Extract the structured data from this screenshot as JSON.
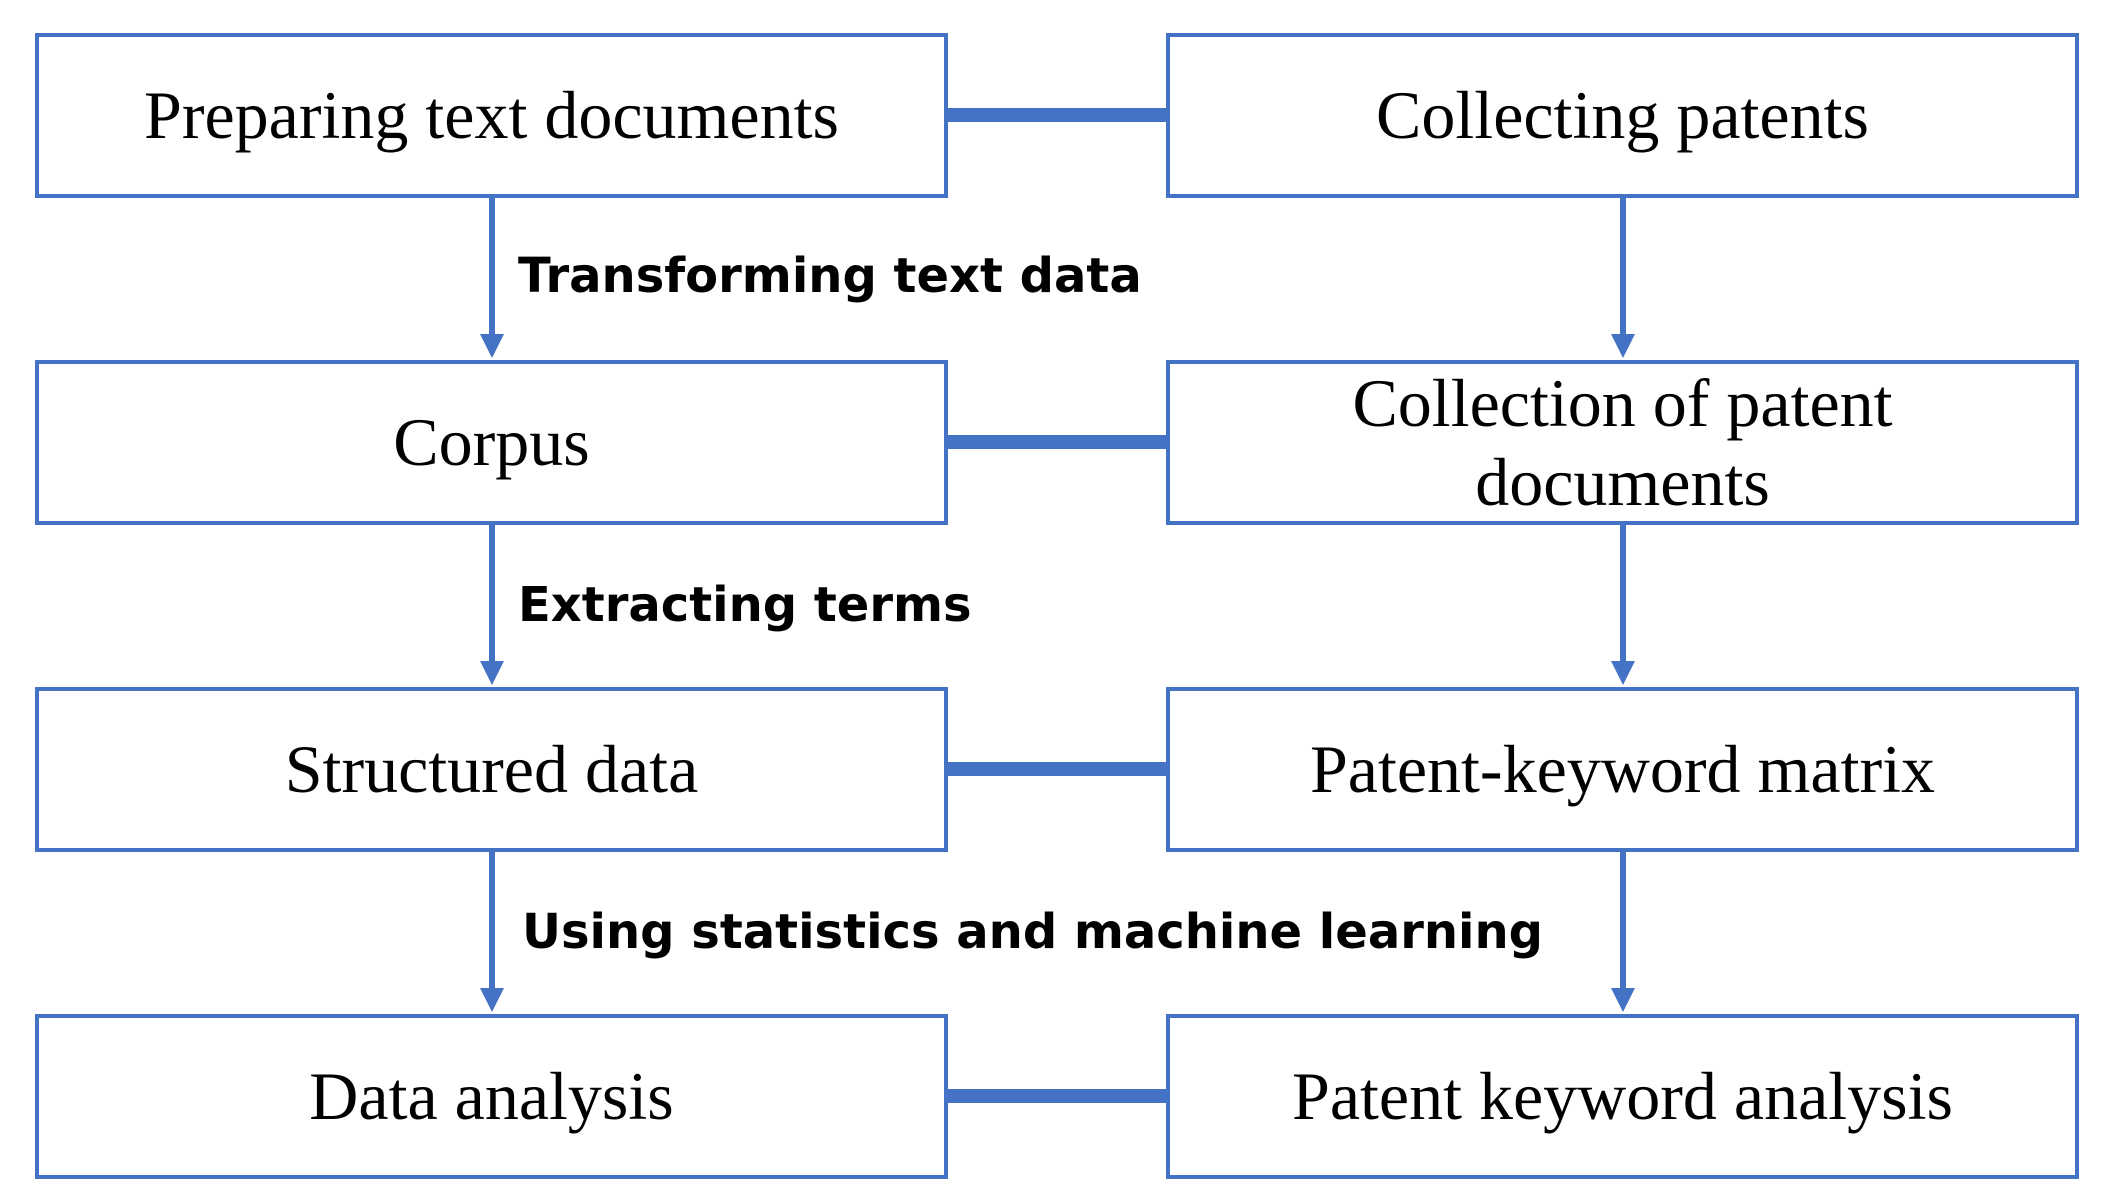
{
  "colors": {
    "accent": "#4472c4",
    "text": "#000000",
    "background": "#ffffff"
  },
  "left_column": {
    "steps": [
      {
        "label": "Preparing text documents"
      },
      {
        "label": "Corpus"
      },
      {
        "label": "Structured data"
      },
      {
        "label": "Data analysis"
      }
    ]
  },
  "right_column": {
    "steps": [
      {
        "label": "Collecting patents"
      },
      {
        "label": "Collection of patent documents"
      },
      {
        "label": "Patent-keyword matrix"
      },
      {
        "label": "Patent keyword analysis"
      }
    ]
  },
  "transitions": [
    {
      "label": "Transforming text data"
    },
    {
      "label": "Extracting terms"
    },
    {
      "label": "Using statistics and machine learning"
    }
  ]
}
